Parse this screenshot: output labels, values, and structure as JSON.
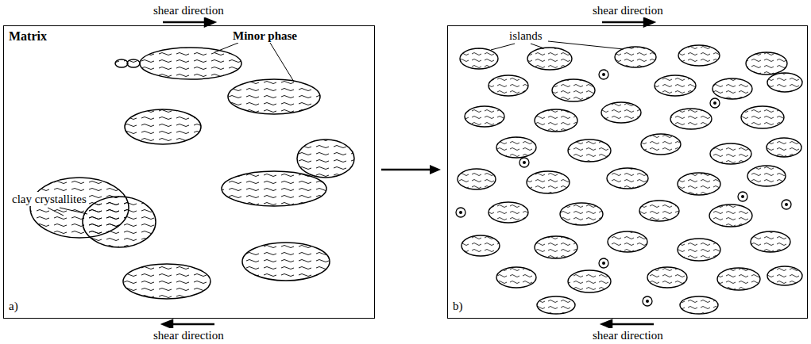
{
  "diagram": {
    "nodes": [
      {
        "text": [
          "Matrix",
          "a)"
        ]
      },
      {
        "text": [
          "b)"
        ]
      }
    ],
    "edges": [
      {
        "from": 0,
        "to": 1,
        "arrow": "to"
      }
    ],
    "labels": [
      "shear direction",
      "shear direction",
      "Minor phase",
      "clay crystallites",
      "shear direction",
      "shear direction",
      "islands"
    ]
  }
}
